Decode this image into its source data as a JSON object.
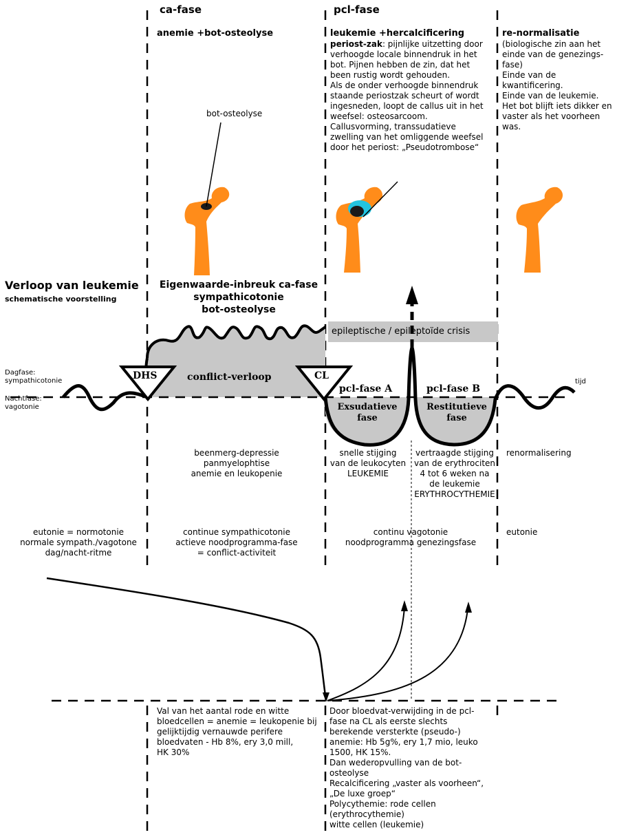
{
  "phases": {
    "ca_title": "ca-fase",
    "pcl_title": "pcl-fase",
    "ca_subtitle": "anemie +bot-osteolyse",
    "pcl_subtitle": "leukemie +hercalcificering",
    "renorm_title": "re-normalisatie"
  },
  "pcl_description": {
    "lead": "periost-zak",
    "lines": [
      ": pijnlijke uitzetting door",
      "verhoogde locale binnendruk in het",
      "bot. Pijnen hebben de zin, dat het",
      "been rustig wordt gehouden.",
      "Als de onder verhoogde binnendruk",
      "staande periostzak scheurt of wordt",
      "ingesneden, loopt de callus uit in het",
      "weefsel: osteosarcoom.",
      "Callusvorming, transsudatieve",
      "zwelling van het omliggende weefsel",
      "door het periost: „Pseudotrombose“"
    ]
  },
  "renorm_description": [
    "(biologische zin aan het",
    "einde van de genezings-",
    "fase)",
    "Einde van de",
    "kwantificering.",
    "Einde van de leukemie.",
    "Het bot blijft iets dikker en",
    "vaster als het voorheen",
    "was."
  ],
  "bone_label": "bot-osteolyse",
  "section": {
    "title": "Verloop van leukemie",
    "subtitle": "schematische voorstelling"
  },
  "ca_phase_heading": [
    "Eigenwaarde-inbreuk ca-fase",
    "sympathicotonie",
    "bot-osteolyse"
  ],
  "crisis_label": "epileptische / epileptoïde crisis",
  "curve": {
    "dhs": "DHS",
    "cl": "CL",
    "conflict": "conflict-verloop",
    "pcl_a": "pcl-fase A",
    "pcl_b": "pcl-fase B",
    "exsudatieve": [
      "Exsudatieve",
      "fase"
    ],
    "restitutieve": [
      "Restitutieve",
      "fase"
    ],
    "tijd": "tijd",
    "dagfase": [
      "Dagfase:",
      "sympathicotonie"
    ],
    "nachtfase": [
      "Nachtfase:",
      "vagotonie"
    ]
  },
  "row1": {
    "ca": [
      "beenmerg-depressie",
      "panmyelophtise",
      "anemie en leukopenie"
    ],
    "pcl_a": [
      "snelle stijging",
      "van de leukocyten",
      "LEUKEMIE"
    ],
    "pcl_b": [
      "vertraagde stijging",
      "van de erythrociten",
      "4 tot 6 weken na",
      "de leukemie",
      "ERYTHROCYTHEMIE"
    ],
    "renorm": [
      "renormalisering"
    ]
  },
  "row2": {
    "normal": [
      "eutonie = normotonie",
      "normale sympath./vagotone",
      "dag/nacht-ritme"
    ],
    "ca": [
      "continue sympathicotonie",
      "actieve noodprogramma-fase",
      "= conflict-activiteit"
    ],
    "pcl": [
      "continu vagotonie",
      "noodprogramma genezingsfase"
    ],
    "renorm": [
      "eutonie"
    ]
  },
  "bottom": {
    "ca": [
      "Val van het aantal rode en witte",
      "bloedcellen = anemie = leukopenie bij",
      "gelijktijdig vernauwde perifere",
      "bloedvaten - Hb 8%, ery 3,0 mill,",
      "HK 30%"
    ],
    "pcl": [
      "Door bloedvat-verwijding in de pcl-",
      "fase na CL als eerste slechts",
      "berekende versterkte (pseudo-)",
      "anemie: Hb 5g%, ery 1,7 mio, leuko",
      "1500, HK 15%.",
      "Dan wederopvulling van de bot-",
      "osteolyse",
      "Recalcificering „vaster als voorheen“,",
      "„De luxe groep“",
      "Polycythemie: rode cellen",
      "(erythrocythemie)",
      "witte cellen (leukemie)"
    ]
  },
  "colors": {
    "bone": "#FF8C1A",
    "lesion": "#1A1A1A",
    "callus": "#22C4E0",
    "gray_fill": "#C8C8C8",
    "line": "#000000"
  }
}
